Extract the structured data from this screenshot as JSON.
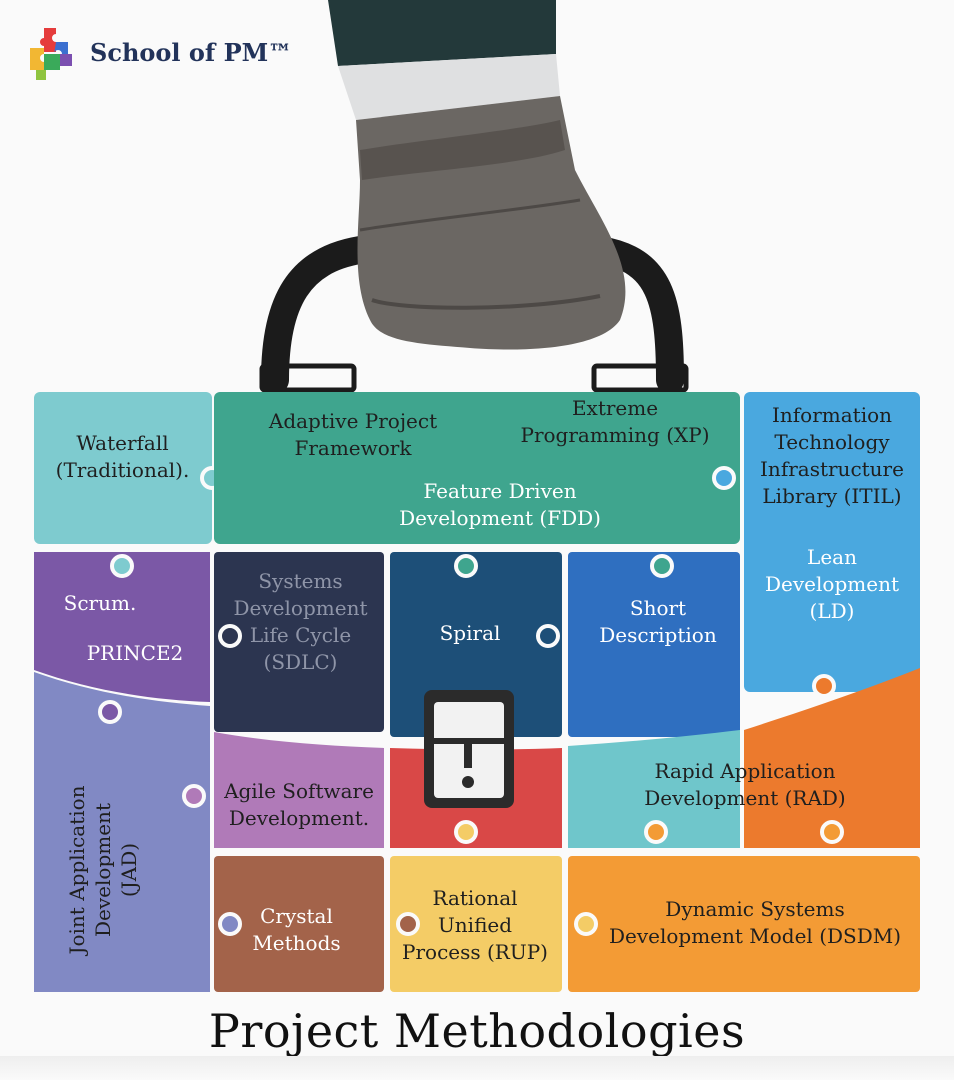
{
  "brand": {
    "name": "School of PM™",
    "logo_icon": "puzzle-pieces-icon"
  },
  "title": "Project Methodologies",
  "methodologies": {
    "waterfall": "Waterfall\n(Traditional).",
    "apf": "Adaptive Project\nFramework",
    "xp": "Extreme\nProgramming (XP)",
    "itil": "Information\nTechnology\nInfrastructure\nLibrary (ITIL)",
    "fdd": "Feature Driven\nDevelopment (FDD)",
    "scrum": "Scrum.",
    "prince2": "PRINCE2",
    "sdlc": "Systems\nDevelopment\nLife Cycle\n(SDLC)",
    "spiral": "Spiral",
    "short_description": "Short\nDescription",
    "lean": "Lean\nDevelopment\n(LD)",
    "jad": "Joint Application\nDevelopment\n(JAD)",
    "agile": "Agile Software\nDevelopment.",
    "rad": "Rapid Application\nDevelopment (RAD)",
    "crystal": "Crystal\nMethods",
    "rup": "Rational\nUnified\nProcess (RUP)",
    "dsdm": "Dynamic Systems\nDevelopment Model (DSDM)"
  },
  "colors": {
    "waterfall": "#7ecbcf",
    "green": "#3fa58e",
    "itil": "#4aa8df",
    "purple": "#7b58a6",
    "navy": "#2c3550",
    "darkblue": "#1d4f78",
    "blue": "#2f6fc0",
    "jad": "#8189c4",
    "pink": "#b07ab8",
    "red": "#d94847",
    "cyan": "#6fc6cb",
    "orange": "#ec7a2d",
    "brown": "#a3634a",
    "yellow": "#f4cc66",
    "orange_light": "#f39b35",
    "hand": "#6b6763",
    "sleeve": "#233a3b"
  }
}
